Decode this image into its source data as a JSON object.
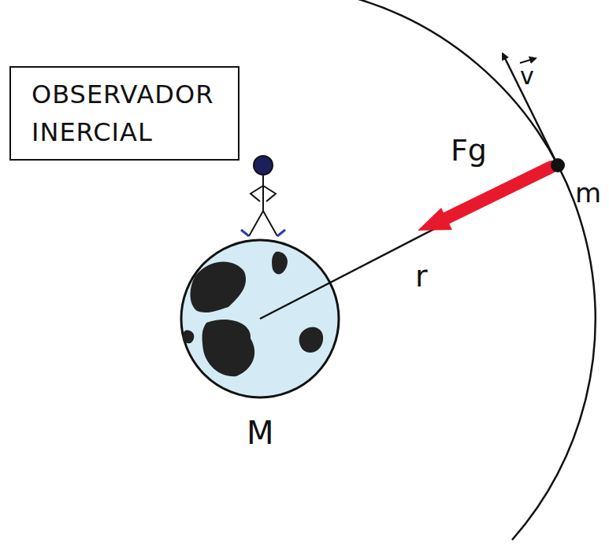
{
  "diagram": {
    "nodes": [
      {
        "text": [
          "OBSERVADOR INERCIAL"
        ]
      }
    ],
    "labels": [
      "v",
      "Fg",
      "m",
      "r",
      "M"
    ]
  }
}
